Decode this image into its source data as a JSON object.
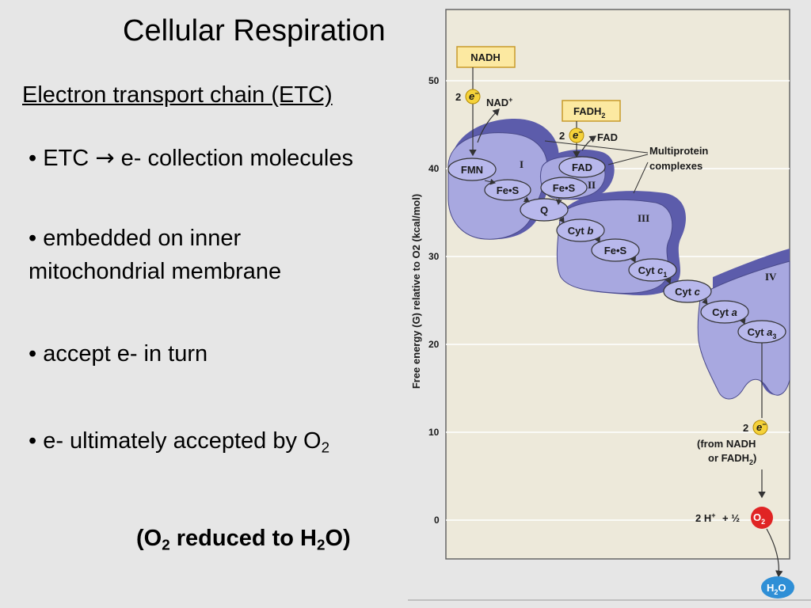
{
  "slide": {
    "title": "Cellular Respiration",
    "subtitle": "Electron transport chain (ETC)",
    "bullets": {
      "b1_prefix": "• ETC ",
      "b1_arrow": "→",
      "b1_suffix": " e- collection molecules",
      "b2_line1": "• embedded on inner",
      "b2_line2": "mitochondrial membrane",
      "b3": "• accept e- in turn",
      "b4_text": "• e- ultimately accepted by O",
      "b4_sub": "2"
    },
    "footnote": {
      "open": "(O",
      "sub1": "2",
      "mid": " reduced to H",
      "sub2": "2",
      "close": "O)"
    }
  },
  "diagram": {
    "y_axis_title": "Free energy (G) relative to O2 (kcal/mol)",
    "y_ticks": [
      "50",
      "40",
      "30",
      "20",
      "10",
      "0"
    ],
    "nadh_box": "NADH",
    "fadh2_box_main": "FADH",
    "fadh2_box_sub": "2",
    "two_e_left": "2",
    "e_symbol": "e",
    "e_minus": "−",
    "nad_plus": "NAD",
    "plus": "+",
    "fad": "FAD",
    "multiprotein_line1": "Multiprotein",
    "multiprotein_line2": "complexes",
    "complex_roman": [
      "I",
      "II",
      "III",
      "IV"
    ],
    "carriers": {
      "fmn": "FMN",
      "fes": "Fe•S",
      "fad_carrier": "FAD",
      "q": "Q",
      "cyt": "Cyt",
      "b": "b",
      "c": "c",
      "a": "a",
      "sub1": "1",
      "sub3": "3"
    },
    "from_nadh_line1": "(from NADH",
    "from_nadh_line2_main": "or FADH",
    "from_nadh_line2_sub": "2",
    "from_nadh_line2_close": ")",
    "final_eq_2h": "2 H",
    "final_eq_half": "+ ½",
    "o2_main": "O",
    "o2_sub": "2",
    "h2o_h": "H",
    "h2o_sub": "2",
    "h2o_o": "O",
    "colors": {
      "complex_fill": "#a8a8e0",
      "complex_shadow": "#5c5cab",
      "box_yellow": "#fce9a1",
      "electron": "#f5d23a",
      "o2_red": "#e02424",
      "h2o_blue": "#2f8fd6"
    }
  }
}
